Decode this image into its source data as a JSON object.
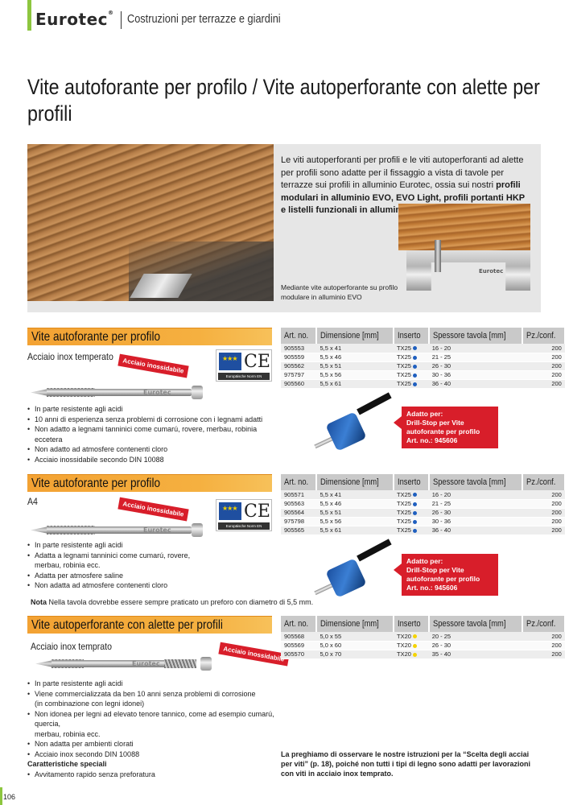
{
  "header": {
    "brand": "Eurotec",
    "brand_mark": "®",
    "section": "Costruzioni per terrazze e giardini",
    "accent": "#8dc63f"
  },
  "page_title": "Vite autoforante per profilo / Vite autoperforante con alette per profili",
  "intro": {
    "text_1": "Le viti autoperforanti per profili e le viti autoperforanti ad alette per profili sono adatte per il fissaggio a vista di tavole per terrazze sui profili in alluminio Eurotec, ossia sui nostri ",
    "text_bold": "profili modulari in alluminio EVO, EVO Light, profili portanti HKP e listelli funzionali in alluminio.",
    "profile_label": "Eurotec",
    "caption": "Mediante vite autoperforante su profilo modulare in alluminio EVO"
  },
  "table_headers": [
    "Art. no.",
    "Dimensione [mm]",
    "Inserto",
    "Spessore tavola [mm]",
    "Pz./conf."
  ],
  "colors": {
    "section_orange": "#f3a233",
    "badge_red": "#d81e2a",
    "tx25_dot": "#1f5fbf",
    "tx20_dot": "#f5d300"
  },
  "sections": [
    {
      "title": "Vite autoforante per profilo",
      "subtitle": "Acciaio inox temperato",
      "badge": "Acciaio inossidabile",
      "screw_brand": "Eurotec",
      "ce": {
        "mark": "CE",
        "norm": "Europäische Norm EN 14592:2012-07"
      },
      "bullets": [
        "In parte resistente agli acidi",
        "10 anni di esperienza senza problemi di corrosione con i legnami adatti",
        "Non adatto a legnami tanninici come cumarú, rovere, merbau, robinia eccetera",
        "Non adatto ad atmosfere contenenti cloro",
        "Acciaio inossidabile secondo DIN 10088"
      ],
      "rows": [
        [
          "905553",
          "5,5 x 41",
          "TX25",
          "16 - 20",
          "200"
        ],
        [
          "905559",
          "5,5 x 46",
          "TX25",
          "21 - 25",
          "200"
        ],
        [
          "905562",
          "5,5 x 51",
          "TX25",
          "26 - 30",
          "200"
        ],
        [
          "975797",
          "5,5 x 56",
          "TX25",
          "30 - 36",
          "200"
        ],
        [
          "905560",
          "5,5 x 61",
          "TX25",
          "36 - 40",
          "200"
        ]
      ],
      "callout": [
        "Adatto per:",
        "Drill-Stop per Vite",
        "autoforante per profilo",
        "Art. no.: 945606"
      ]
    },
    {
      "title": "Vite autoforante per profilo",
      "subtitle": "A4",
      "badge": "Acciaio inossidabile",
      "screw_brand": "Eurotec",
      "ce": {
        "mark": "CE",
        "norm": "Europäische Norm EN 14592:2012-07"
      },
      "bullets": [
        "In parte resistente agli acidi",
        "Adatta a legnami tanninici come cumarú, rovere,",
        "merbau, robinia ecc.",
        "Adatta per atmosfere saline",
        "Non adatta ad atmosfere contenenti cloro"
      ],
      "rows": [
        [
          "905571",
          "5,5 x 41",
          "TX25",
          "16 - 20",
          "200"
        ],
        [
          "905563",
          "5,5 x 46",
          "TX25",
          "21 - 25",
          "200"
        ],
        [
          "905564",
          "5,5 x 51",
          "TX25",
          "26 - 30",
          "200"
        ],
        [
          "975798",
          "5,5 x 56",
          "TX25",
          "30 - 36",
          "200"
        ],
        [
          "905565",
          "5,5 x 61",
          "TX25",
          "36 - 40",
          "200"
        ]
      ],
      "callout": [
        "Adatto per:",
        "Drill-Stop per Vite",
        "autoforante per profilo",
        "Art. no.: 945606"
      ],
      "note_bold": "Nota",
      "note": " Nella tavola dovrebbe essere sempre praticato un preforo con diametro di 5,5 mm."
    },
    {
      "title": "Vite autoperforante con alette per profili",
      "subtitle": "Acciaio inox temprato",
      "badge": "Acciaio inossidabile",
      "screw_brand": "Eurotec",
      "bullets": [
        "In parte resistente agli acidi",
        "Viene commercializzata da ben 10 anni senza problemi di corrosione",
        "(in combinazione con legni idonei)",
        "Non idonea per legni ad elevato tenore tannico, come ad esempio cumarú, quercia,",
        "merbau, robinia ecc.",
        "Non adatta per ambienti clorati",
        "Acciaio inox secondo DIN 10088"
      ],
      "features_title": "Caratteristiche speciali",
      "features": [
        "Avvitamento rapido senza preforatura"
      ],
      "rows": [
        [
          "905568",
          "5,0 x 55",
          "TX20",
          "20 - 25",
          "200"
        ],
        [
          "905569",
          "5,0 x 60",
          "TX20",
          "26 - 30",
          "200"
        ],
        [
          "905570",
          "5,0 x 70",
          "TX20",
          "35 - 40",
          "200"
        ]
      ],
      "warning": "La preghiamo di osservare le nostre istruzioni per la “Scelta degli acciai per viti” (p. 18), poiché non tutti i tipi di legno sono adatti per lavorazioni con viti in acciaio inox temprato."
    }
  ],
  "page_number": "106"
}
